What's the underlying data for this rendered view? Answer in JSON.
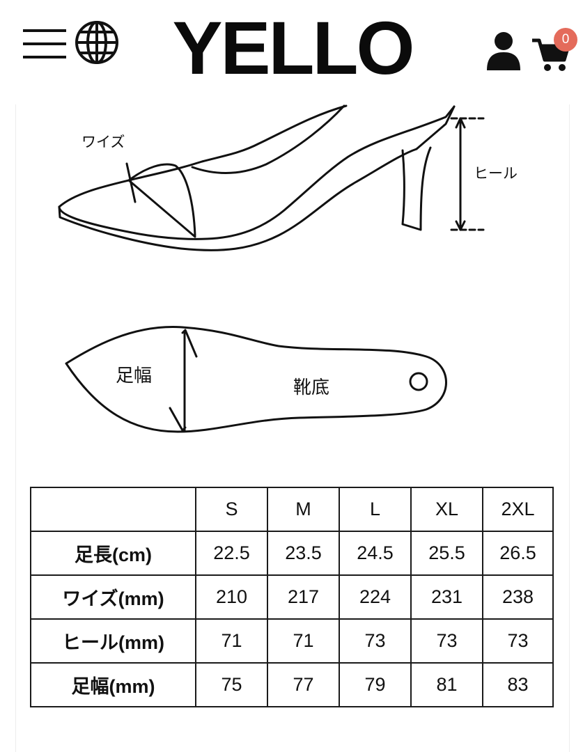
{
  "header": {
    "brand": "YELLO",
    "cart_count": "0",
    "icons": [
      "menu-icon",
      "globe-icon",
      "user-icon",
      "cart-icon"
    ]
  },
  "diagram": {
    "labels": {
      "width": "ワイズ",
      "heel": "ヒール",
      "foot_width": "足幅",
      "sole": "靴底"
    }
  },
  "size_table": {
    "corner": "",
    "columns": [
      "S",
      "M",
      "L",
      "XL",
      "2XL"
    ],
    "rows": [
      {
        "label": "足長(cm)",
        "values": [
          "22.5",
          "23.5",
          "24.5",
          "25.5",
          "26.5"
        ]
      },
      {
        "label": "ワイズ(mm)",
        "values": [
          "210",
          "217",
          "224",
          "231",
          "238"
        ]
      },
      {
        "label": "ヒール(mm)",
        "values": [
          "71",
          "71",
          "73",
          "73",
          "73"
        ]
      },
      {
        "label": "足幅(mm)",
        "values": [
          "75",
          "77",
          "79",
          "81",
          "83"
        ]
      }
    ]
  },
  "colors": {
    "badge": "#e46b5b",
    "ink": "#111111",
    "background": "#ffffff"
  }
}
